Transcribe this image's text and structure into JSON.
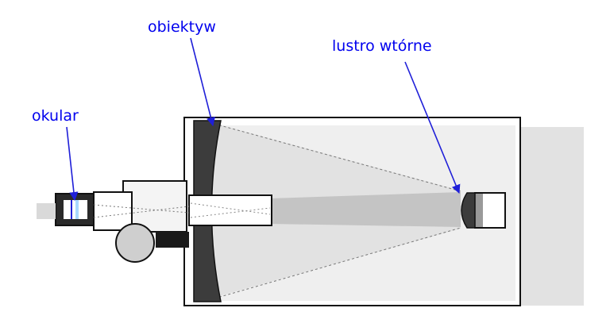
{
  "labels": {
    "objective": "obiektyw",
    "eyepiece": "okular",
    "secondary_mirror": "lustro wtórne"
  },
  "colors": {
    "label_text": "#0000ee",
    "pointer": "#1f1fd8",
    "outline": "#111111",
    "mirror_fill": "#3c3c3c",
    "light_beam": "#e2e2e2",
    "light_beam_dark": "#c4c4c4",
    "focuser_fill": "#f4f4f4",
    "focus_knob": "#cfcfcf",
    "eyepiece_lens": "#a8d8ff"
  }
}
